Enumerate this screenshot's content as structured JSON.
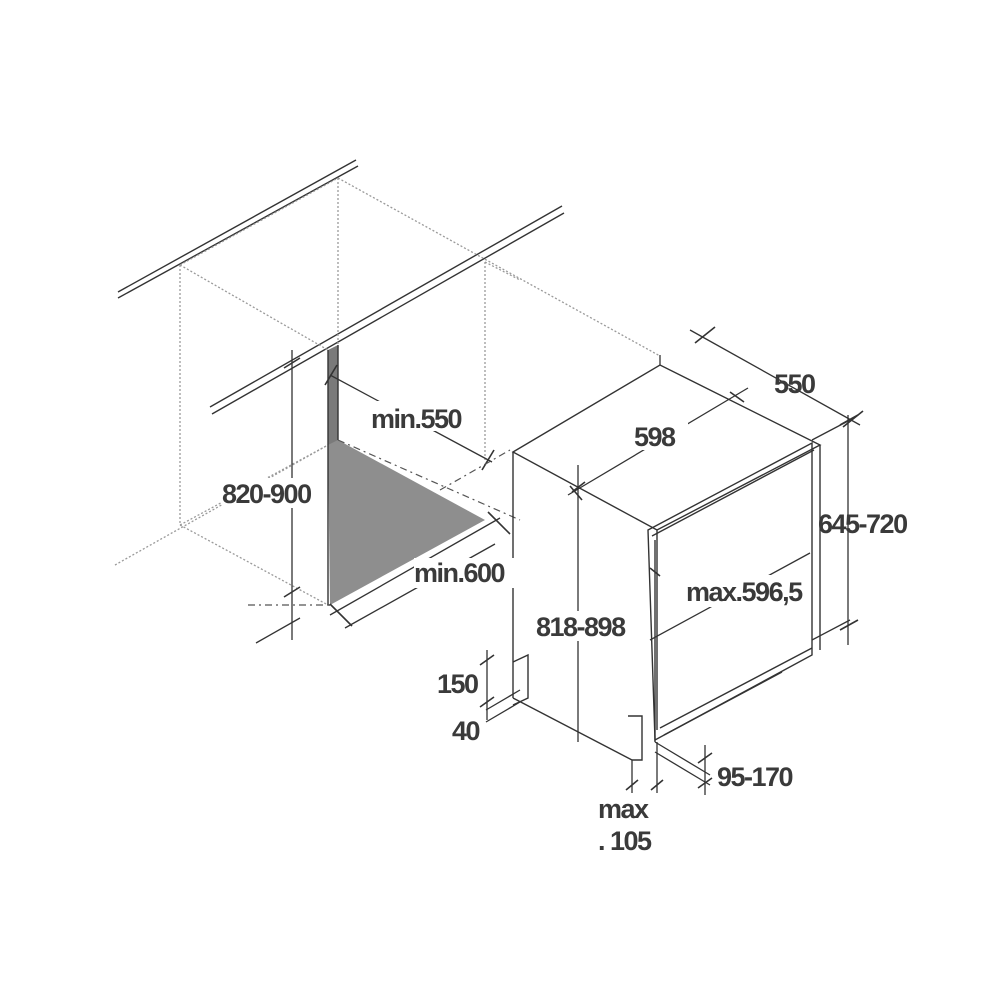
{
  "dimensions": {
    "depth_top": "550",
    "width_top": "598",
    "niche_depth": "min.550",
    "niche_height": "820-900",
    "niche_width": "min.600",
    "panel_height": "645-720",
    "panel_width": "max.596,5",
    "body_height": "818-898",
    "plinth_height": "150",
    "plinth_depth": "40",
    "plinth_setback": "95-170",
    "foot_max_line1": "max",
    "foot_max_line2": ". 105"
  }
}
